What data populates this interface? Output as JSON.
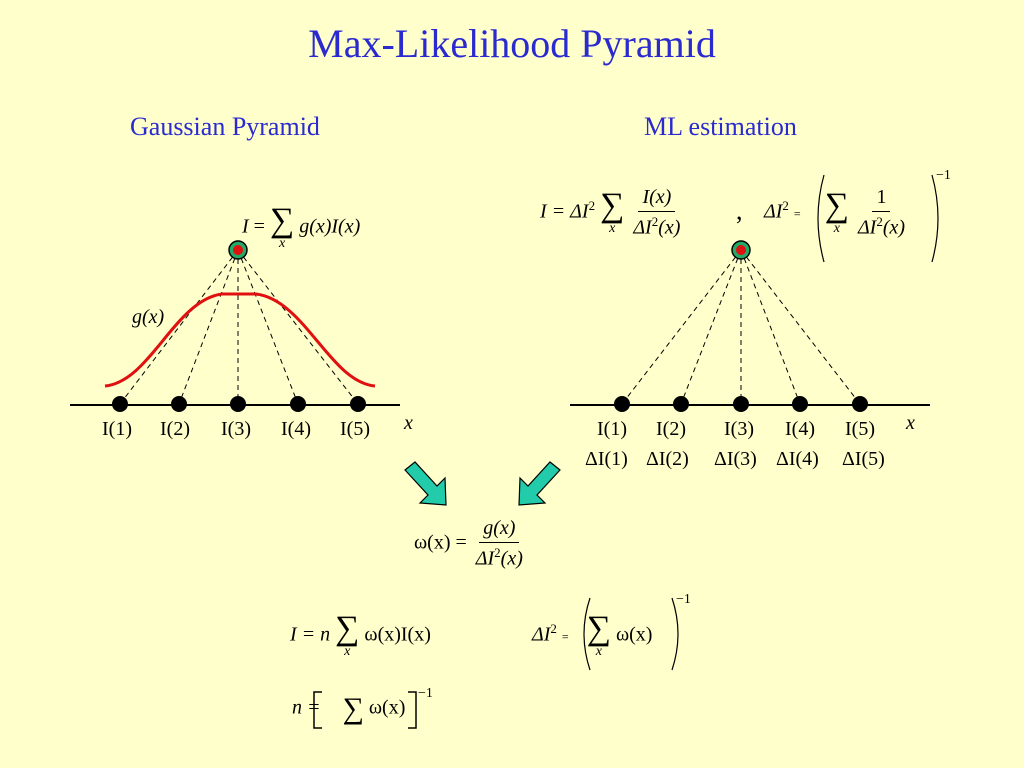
{
  "slide": {
    "title": "Max-Likelihood Pyramid",
    "left_heading": "Gaussian Pyramid",
    "right_heading": "ML estimation"
  },
  "left": {
    "sum_formula_lhs": "I",
    "sum_formula_rhs": "g(x)I(x)",
    "sum_index": "x",
    "curve_label": "g(x)",
    "axis_label": "x",
    "samples": [
      "I(1)",
      "I(2)",
      "I(3)",
      "I(4)",
      "I(5)"
    ]
  },
  "right": {
    "formula_lhs": "I = ΔI",
    "formula_num": "I(x)",
    "formula_den": "ΔI",
    "formula_den_arg": "(x)",
    "sum_index": "x",
    "comma": ",",
    "var_lhs": "ΔI",
    "var_num": "1",
    "var_den": "ΔI",
    "var_den_arg": "(x)",
    "exp": "−1",
    "axis_label": "x",
    "samples": [
      "I(1)",
      "I(2)",
      "I(3)",
      "I(4)",
      "I(5)"
    ],
    "variances": [
      "ΔI(1)",
      "ΔI(2)",
      "ΔI(3)",
      "ΔI(4)",
      "ΔI(5)"
    ]
  },
  "bottom": {
    "weight_lhs": "ω(x) =",
    "weight_num": "g(x)",
    "weight_den": "ΔI",
    "weight_den_arg": "(x)",
    "est_lhs": "I = n",
    "est_rhs": "ω(x)I(x)",
    "est_index": "x",
    "var_lhs": "ΔI",
    "var_rhs": "ω(x)",
    "var_index": "x",
    "var_exp": "−1",
    "norm_lhs": "n =",
    "norm_rhs": "ω(x)",
    "norm_exp": "−1",
    "square": "2",
    "equals_small": "="
  },
  "colors": {
    "title": "#2a2acf",
    "background": "#ffffcc",
    "curve": "#e01010",
    "arrow": "#22ccaa",
    "target_ring": "#e01010"
  }
}
